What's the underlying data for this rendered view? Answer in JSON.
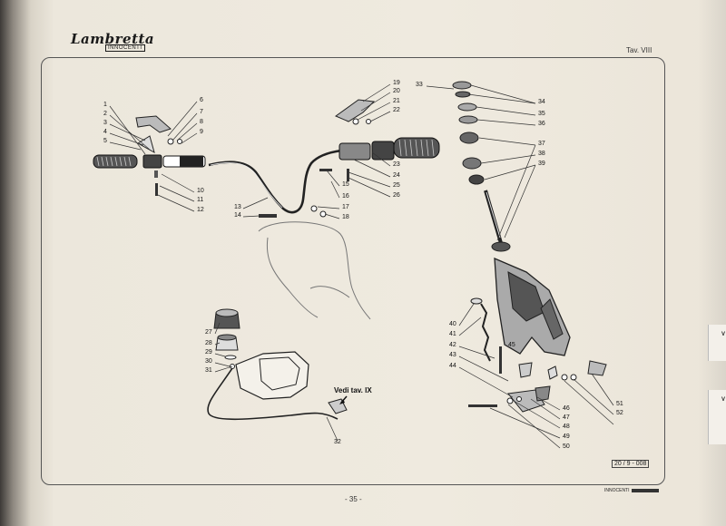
{
  "header": {
    "brand": "Lambretta",
    "brand_sub": "INNOCENTI",
    "table_title": "Tav. VIII"
  },
  "note": "Vedi tav. IX",
  "ref_code": "20 / 9 - 008",
  "page_number": "- 35 -",
  "footer_mark": "INNOCENTI",
  "edge_tabs": [
    "V",
    "V"
  ],
  "callouts": [
    {
      "n": "1"
    },
    {
      "n": "2"
    },
    {
      "n": "3"
    },
    {
      "n": "4"
    },
    {
      "n": "5"
    },
    {
      "n": "6"
    },
    {
      "n": "7"
    },
    {
      "n": "8"
    },
    {
      "n": "9"
    },
    {
      "n": "10"
    },
    {
      "n": "11"
    },
    {
      "n": "12"
    },
    {
      "n": "13"
    },
    {
      "n": "14"
    },
    {
      "n": "15"
    },
    {
      "n": "16"
    },
    {
      "n": "17"
    },
    {
      "n": "18"
    },
    {
      "n": "19"
    },
    {
      "n": "20"
    },
    {
      "n": "21"
    },
    {
      "n": "22"
    },
    {
      "n": "23"
    },
    {
      "n": "24"
    },
    {
      "n": "25"
    },
    {
      "n": "26"
    },
    {
      "n": "27"
    },
    {
      "n": "28"
    },
    {
      "n": "29"
    },
    {
      "n": "30"
    },
    {
      "n": "31"
    },
    {
      "n": "32"
    },
    {
      "n": "33"
    },
    {
      "n": "34"
    },
    {
      "n": "35"
    },
    {
      "n": "36"
    },
    {
      "n": "37"
    },
    {
      "n": "38"
    },
    {
      "n": "39"
    },
    {
      "n": "40"
    },
    {
      "n": "41"
    },
    {
      "n": "42"
    },
    {
      "n": "43"
    },
    {
      "n": "44"
    },
    {
      "n": "45"
    },
    {
      "n": "46"
    },
    {
      "n": "47"
    },
    {
      "n": "48"
    },
    {
      "n": "49"
    },
    {
      "n": "50"
    },
    {
      "n": "51"
    },
    {
      "n": "52"
    }
  ]
}
